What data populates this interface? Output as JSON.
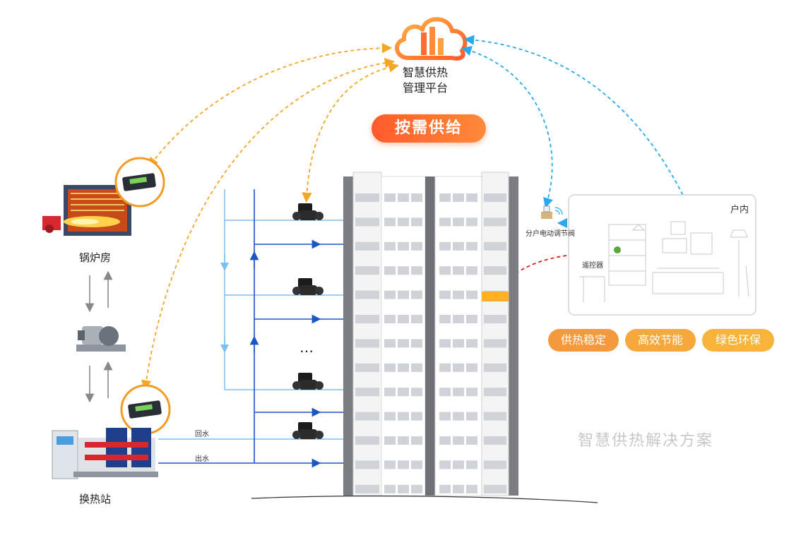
{
  "platform": {
    "line1": "智慧供热",
    "line2": "管理平台"
  },
  "badge": "按需供给",
  "nodes": {
    "boiler": "锅炉房",
    "exchange": "换热站"
  },
  "pipes": {
    "return": "回水",
    "supply": "出水"
  },
  "valve_label": "分户电动调节阀",
  "controller_label": "遥控器",
  "room_label": "户内",
  "ellipsis": "…",
  "features": [
    "供热稳定",
    "高效节能",
    "绿色环保"
  ],
  "watermark": "智慧供热解决方案",
  "colors": {
    "orange_link": "#f5a623",
    "blue_link": "#29a9ee",
    "red_link": "#e02020",
    "supply_pipe": "#1a56c8",
    "return_pipe": "#7cc0f0",
    "badge": "#ff6a30"
  }
}
